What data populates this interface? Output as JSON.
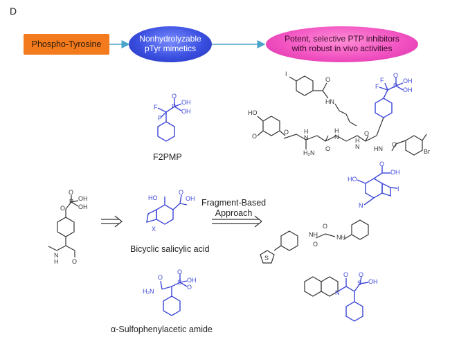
{
  "panel_label": "D",
  "flow": {
    "start": "Phospho-Tyrosine",
    "middle": [
      "Nonhydrolyzable",
      "pTyr mimetics"
    ],
    "end": [
      "Potent, selective PTP inhibitors",
      "with robust in vivo activities"
    ]
  },
  "labels": {
    "f2pmp": "F2PMP",
    "bicyclic": "Bicyclic salicylic acid",
    "alpha": "α-Sulfophenylacetic amide",
    "approach": [
      "Fragment-Based",
      "Approach"
    ]
  },
  "atoms": {
    "O": "O",
    "OH": "OH",
    "HO": "HO",
    "P": "P",
    "F": "F",
    "S": "S",
    "X": "X",
    "H": "H",
    "N": "N",
    "NH": "NH",
    "HN": "HN",
    "H2N": "H₂N",
    "I": "I",
    "Br": "Br"
  },
  "colors": {
    "start_fill": "#f37b1d",
    "middle_fill": "#3a4fe0",
    "end_fill": "#f04fc0",
    "arrow": "#4aa3c8",
    "structure_blue": "#3c46d8",
    "structure_black": "#333333"
  }
}
